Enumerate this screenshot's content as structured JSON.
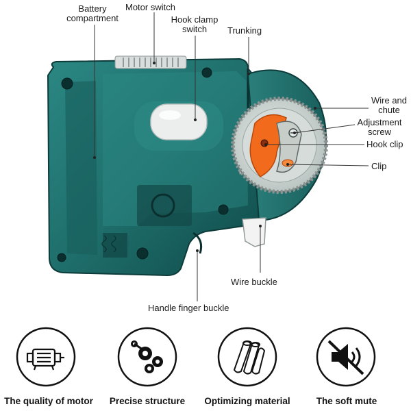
{
  "labels": {
    "battery_line1": "Battery",
    "battery_line2": "compartment",
    "motor_switch": "Motor switch",
    "hook_clamp_line1": "Hook clamp",
    "hook_clamp_line2": "switch",
    "trunking": "Trunking",
    "wire_chute_line1": "Wire and",
    "wire_chute_line2": "chute",
    "adjust_line1": "Adjustment",
    "adjust_line2": "screw",
    "hook_clip": "Hook clip",
    "clip": "Clip",
    "wire_buckle": "Wire buckle",
    "handle_finger_buckle": "Handle finger buckle"
  },
  "features": [
    {
      "icon": "motor-icon",
      "label": "The quality of motor"
    },
    {
      "icon": "gears-icon",
      "label": "Precise structure"
    },
    {
      "icon": "material-rolls-icon",
      "label": "Optimizing material"
    },
    {
      "icon": "speaker-mute-icon",
      "label": "The soft mute"
    }
  ],
  "colors": {
    "body_teal": "#1f6f6c",
    "body_teal_dark": "#0f4a49",
    "wheel_orange": "#f26a1b",
    "switch_white": "#e9ebea",
    "icon_stroke": "#111111"
  }
}
